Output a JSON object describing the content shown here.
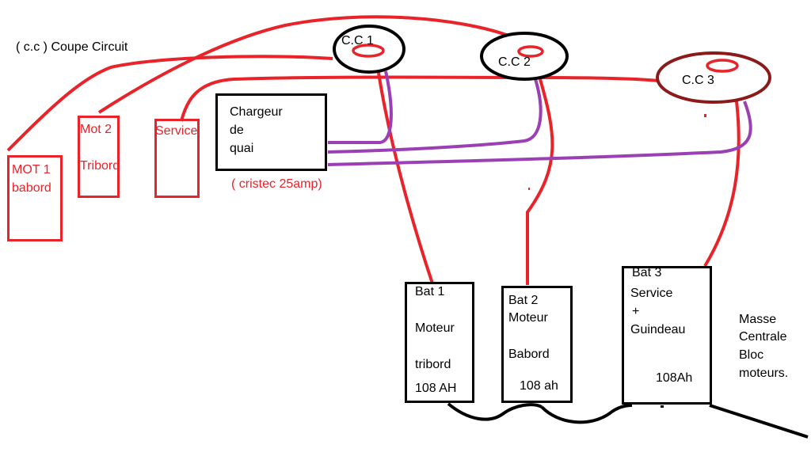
{
  "legend": "( c.c )  Coupe Circuit",
  "breakers": {
    "cc1": "C.C 1",
    "cc2": "C.C 2",
    "cc3": "C.C 3"
  },
  "loads": {
    "mot1_line1": "MOT 1",
    "mot1_line2": "babord",
    "mot2_line1": "Mot 2",
    "mot2_line2": "Tribord",
    "service": "Service"
  },
  "charger": {
    "line1": "Chargeur",
    "line2": "de",
    "line3": "quai",
    "model": "( cristec 25amp)"
  },
  "batteries": {
    "bat1": {
      "line1": "Bat 1",
      "line2": "Moteur",
      "line3": "tribord",
      "capacity": "108 AH"
    },
    "bat2": {
      "line1": "Bat 2",
      "line2": "Moteur",
      "line3": "Babord",
      "capacity": "108 ah"
    },
    "bat3": {
      "line1": "Bat 3",
      "line2": "Service",
      "line3": "+",
      "line4": "Guindeau",
      "capacity": "108Ah"
    }
  },
  "ground": {
    "line1": "Masse",
    "line2": "Centrale",
    "line3": "Bloc",
    "line4": "moteurs."
  },
  "colors": {
    "positive_wire": "#e8232a",
    "charger_wire": "#9b3fb5",
    "negative_wire": "#000000",
    "cc3_outline": "#8b1a1a"
  }
}
